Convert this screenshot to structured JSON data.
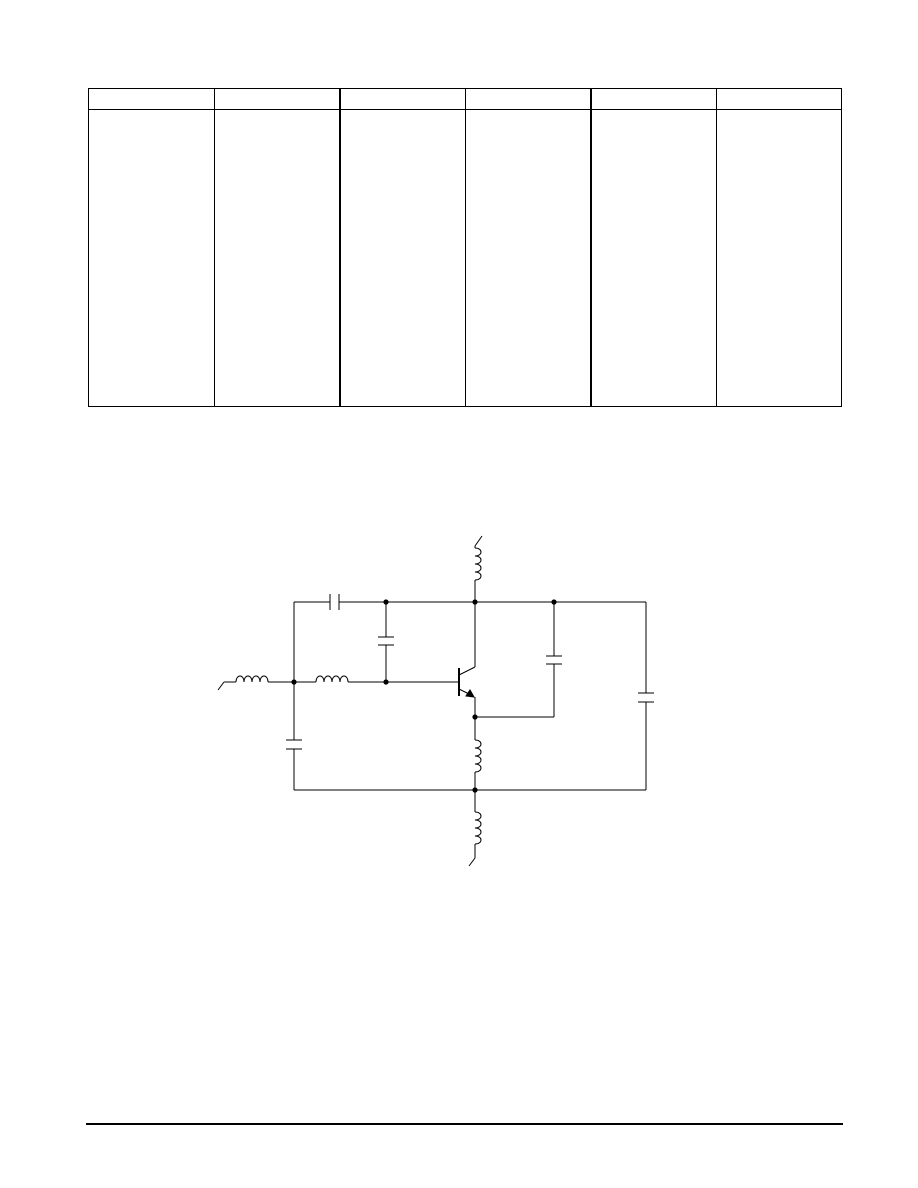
{
  "table": {
    "headers": [
      "",
      "",
      "",
      "",
      "",
      ""
    ],
    "rows": [
      [
        "",
        "",
        "",
        "",
        "",
        ""
      ]
    ]
  },
  "schematic": {
    "components": [
      "input-inductor",
      "series-inductor",
      "coupling-capacitor",
      "shunt-capacitor-left",
      "base-capacitor",
      "collector-inductor",
      "npn-transistor",
      "collector-emitter-capacitor",
      "emitter-inductor",
      "ground-return-inductor",
      "output-capacitor"
    ]
  }
}
